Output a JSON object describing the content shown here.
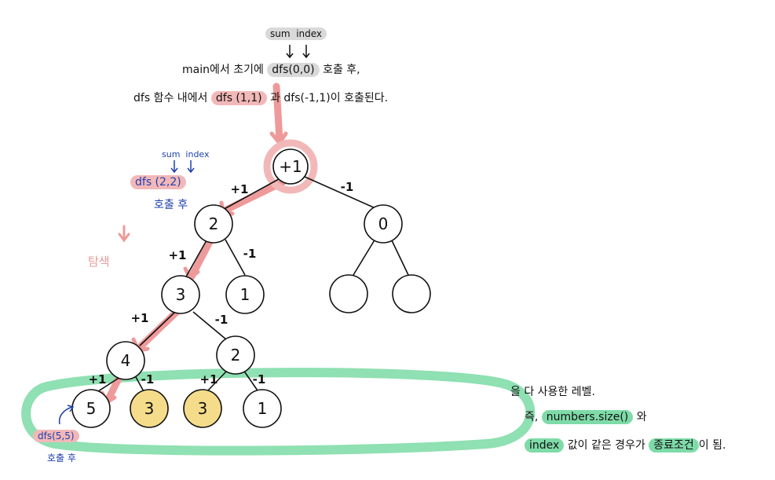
{
  "top_note": {
    "param_labels": {
      "sum": "sum",
      "index": "index"
    },
    "line1_prefix": "main에서 초기에",
    "line1_call": "dfs(0,0)",
    "line1_suffix": "호출 후,",
    "line2_prefix": "dfs 함수 내에서",
    "line2_call1": "dfs (1,1)",
    "line2_mid": "과",
    "line2_call2": "dfs(-1,1)이",
    "line2_suffix": "호출된다."
  },
  "left_notes": {
    "param_sum": "sum",
    "param_index": "index",
    "call": "dfs (2,2)",
    "call_after": "호출 후",
    "explore": "탐색",
    "leaf_call": "dfs(5,5)",
    "leaf_after": "호출 후"
  },
  "right_notes": {
    "line1": "을 다 사용한 레벨.",
    "line2_prefix": "즉,",
    "line2_hl": "numbers.size()",
    "line2_suffix": "와",
    "line3_hl1": "index",
    "line3_mid": "값이 같은 경우가",
    "line3_hl2": "종료조건",
    "line3_suffix": "이 됨."
  },
  "tree": {
    "nodes": {
      "root": "+1",
      "l1a": "2",
      "l1b": "0",
      "l2a": "3",
      "l2b": "1",
      "l2c": "",
      "l2d": "",
      "l3a": "4",
      "l3b": "2",
      "l4a": "5",
      "l4b": "3",
      "l4c": "3",
      "l4d": "1"
    },
    "edges": {
      "root_l1a": "+1",
      "root_l1b": "-1",
      "l1a_l2a": "+1",
      "l1a_l2b": "-1",
      "l2a_l3a": "+1",
      "l2a_l3b": "-1",
      "l3a_l4a": "+1",
      "l3a_l4b": "-1",
      "l3b_l4c": "+1",
      "l3b_l4d": "-1"
    }
  },
  "colors": {
    "path_pink": "#ee9a9a",
    "highlight_pink": "#f2b8b8",
    "green_loop": "#8fe0b2",
    "leaf_yellow": "#f5dc8a",
    "blue_ink": "#1f3fae"
  }
}
